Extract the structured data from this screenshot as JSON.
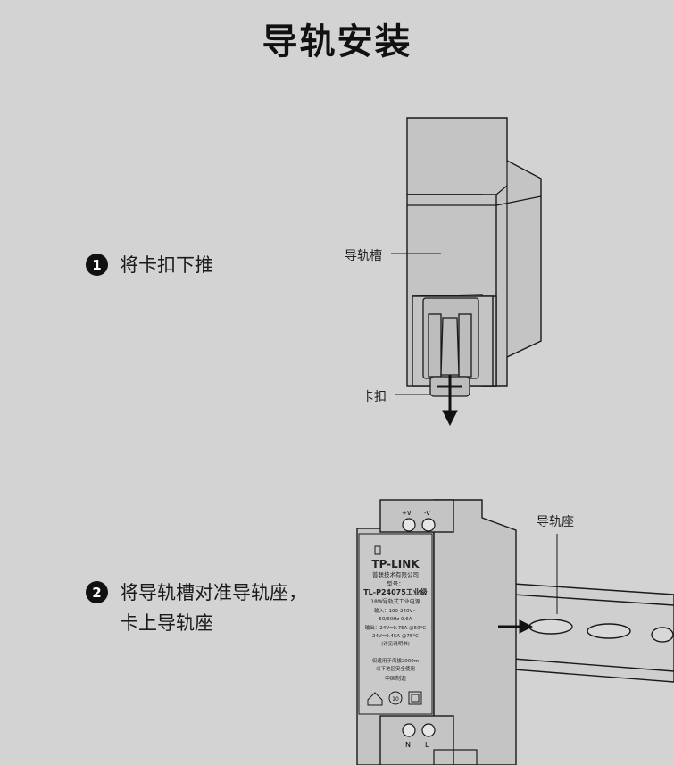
{
  "title": "导轨安装",
  "steps": [
    {
      "number": "1",
      "lines": [
        "将卡扣下推"
      ]
    },
    {
      "number": "2",
      "lines": [
        "将导轨槽对准导轨座，",
        "卡上导轨座"
      ]
    }
  ],
  "callouts": {
    "rail_groove": "导轨槽",
    "clip": "卡扣",
    "rail_seat": "导轨座"
  },
  "device": {
    "top_terminals": [
      "+V",
      "-V"
    ],
    "brand": "TP-LINK",
    "company": "普联技术有限公司",
    "model_label": "型号：",
    "model": "TL-P24075工业级",
    "desc": "18W导轨式工业电源",
    "spec_lines": [
      "输入：100-240V~",
      "50/60Hz 0.6A",
      "输出：24V⎓0.75A @50°C",
      "24V⎓0.45A @75°C",
      "(详见说明书)"
    ],
    "note_lines": [
      "仅适用于海拔2000m",
      "以下地区安全使用"
    ],
    "origin": "中国制造",
    "bottom_terminals": [
      "N",
      "L"
    ]
  },
  "colors": {
    "background": "#d3d3d3",
    "device_fill": "#c4c4c4",
    "stroke": "#1a1a1a"
  }
}
